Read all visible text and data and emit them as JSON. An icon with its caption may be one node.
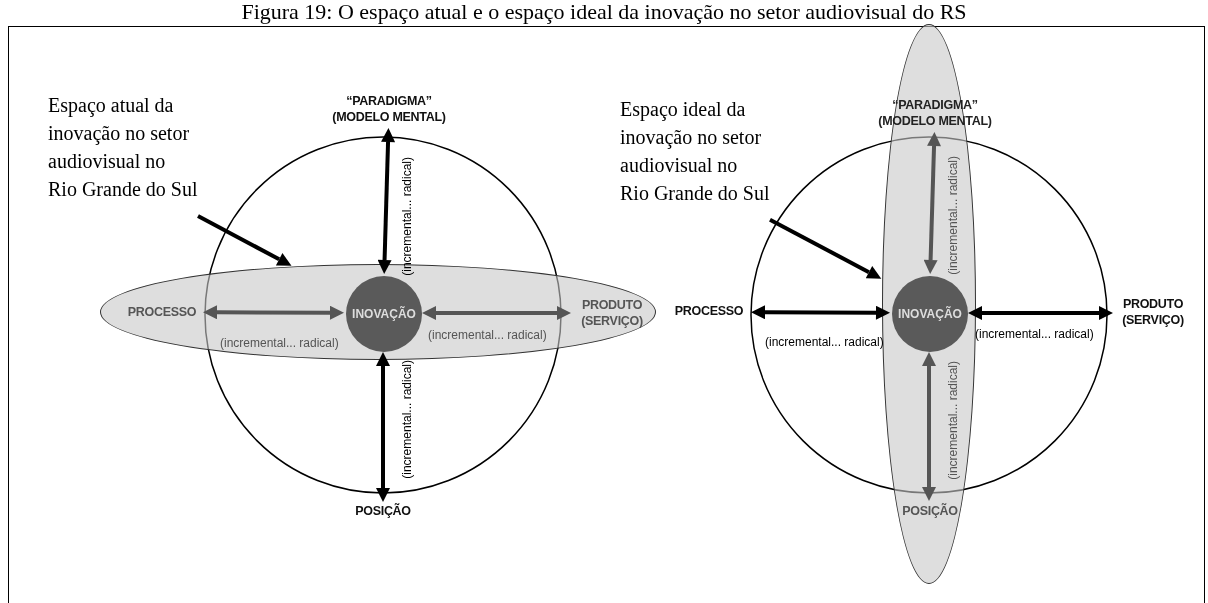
{
  "diagram": {
    "title": "Figura 19: O espaço atual e o espaço ideal da inovação no setor audiovisual do RS",
    "nodes": [
      {
        "text": [
          "Espaço atual da inovação no setor audiovisual no Rio Grande do Sul"
        ]
      },
      {
        "text": [],
        "shape": "ellipse"
      },
      {
        "text": [
          "INOVAÇÃO"
        ],
        "in": 1
      },
      {
        "text": [
          "“PARADIGMA” (MODELO MENTAL)"
        ]
      },
      {
        "text": [
          "PROCESSO"
        ],
        "in": 1
      },
      {
        "text": [
          "PRODUTO (SERVIÇO)"
        ],
        "in": 1
      },
      {
        "text": [
          "POSIÇÃO"
        ]
      },
      {
        "text": [
          "Espaço ideal da inovação no setor audiovisual no Rio Grande do Sul"
        ]
      },
      {
        "text": [],
        "shape": "ellipse"
      },
      {
        "text": [
          "INOVAÇÃO"
        ],
        "in": 8
      },
      {
        "text": [
          "“PARADIGMA” (MODELO MENTAL)"
        ]
      },
      {
        "text": [
          "PROCESSO"
        ]
      },
      {
        "text": [
          "PRODUTO (SERVIÇO)"
        ]
      },
      {
        "text": [
          "POSIÇÃO"
        ],
        "in": 8
      }
    ],
    "edges": [
      {
        "from": 0,
        "to": 1,
        "arrow": "to"
      },
      {
        "from": 2,
        "to": 3,
        "arrow": "both",
        "label": "(incremental... radical)"
      },
      {
        "from": 2,
        "to": 4,
        "arrow": "both",
        "label": "(incremental... radical)",
        "color": "#555555"
      },
      {
        "from": 2,
        "to": 5,
        "arrow": "both",
        "label": "(incremental... radical)",
        "color": "#555555"
      },
      {
        "from": 2,
        "to": 6,
        "arrow": "both",
        "label": "(incremental... radical)"
      },
      {
        "from": 7,
        "to": 8,
        "arrow": "to"
      },
      {
        "from": 9,
        "to": 10,
        "arrow": "both",
        "label": "(incremental... radical)",
        "color": "#555555"
      },
      {
        "from": 9,
        "to": 11,
        "arrow": "both",
        "label": "(incremental... radical)"
      },
      {
        "from": 9,
        "to": 12,
        "arrow": "both",
        "label": "(incremental... radical)"
      },
      {
        "from": 9,
        "to": 13,
        "arrow": "both",
        "label": "(incremental... radical)",
        "color": "#555555"
      }
    ]
  }
}
